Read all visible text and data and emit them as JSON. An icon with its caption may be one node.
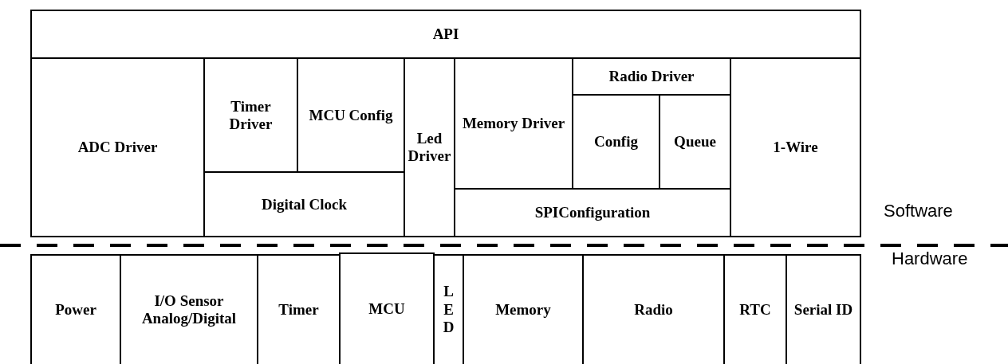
{
  "diagram": {
    "nodes": [
      {
        "text": [
          "API"
        ]
      },
      {
        "text": [
          "ADC Driver"
        ]
      },
      {
        "text": [
          "Timer Driver"
        ]
      },
      {
        "text": [
          "MCU Config"
        ]
      },
      {
        "text": [
          "Digital Clock"
        ]
      },
      {
        "text": [
          "Led Driver"
        ]
      },
      {
        "text": [
          "Memory Driver"
        ]
      },
      {
        "text": [
          "Radio Driver"
        ]
      },
      {
        "text": [
          "Config"
        ]
      },
      {
        "text": [
          "Queue"
        ]
      },
      {
        "text": [
          "SPIConfiguration"
        ]
      },
      {
        "text": [
          "1-Wire"
        ]
      },
      {
        "text": [
          "Power"
        ]
      },
      {
        "text": [
          "I/O Sensor Analog/Digital"
        ]
      },
      {
        "text": [
          "Timer"
        ]
      },
      {
        "text": [
          "MCU"
        ]
      },
      {
        "text": [
          "LED"
        ]
      },
      {
        "text": [
          "Memory"
        ]
      },
      {
        "text": [
          "Radio"
        ]
      },
      {
        "text": [
          "RTC"
        ]
      },
      {
        "text": [
          "Serial ID"
        ]
      }
    ],
    "edges": [],
    "labels": [
      "Software",
      "Hardware"
    ]
  }
}
